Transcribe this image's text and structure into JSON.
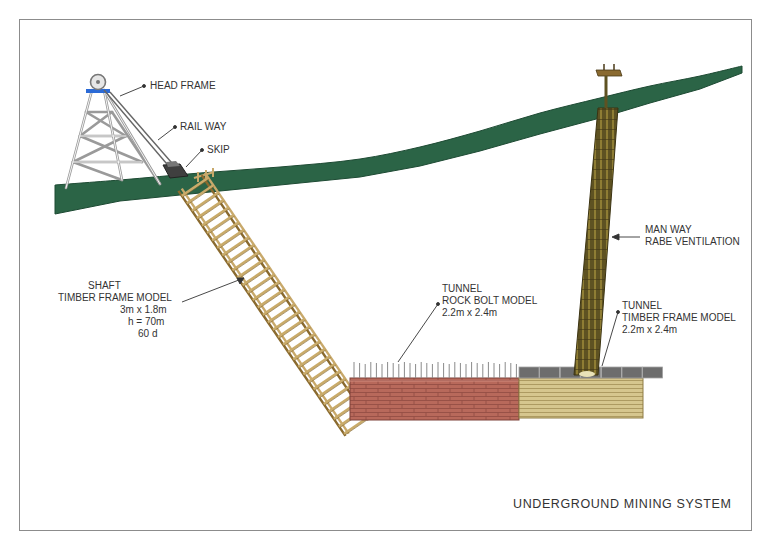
{
  "diagram": {
    "title": "UNDERGROUND MINING SYSTEM",
    "labels": [
      "HEAD FRAME",
      "RAIL WAY",
      "SKIP",
      "SHAFT",
      "TIMBER FRAME MODEL",
      "3m x 1.8m",
      "h = 70m",
      "60 d",
      "TUNNEL",
      "ROCK BOLT MODEL",
      "2.2m x 2.4m",
      "MAN WAY",
      "RABE VENTILATION",
      "TUNNEL",
      "TIMBER FRAME MODEL",
      "2.2m x 2.4m"
    ]
  }
}
